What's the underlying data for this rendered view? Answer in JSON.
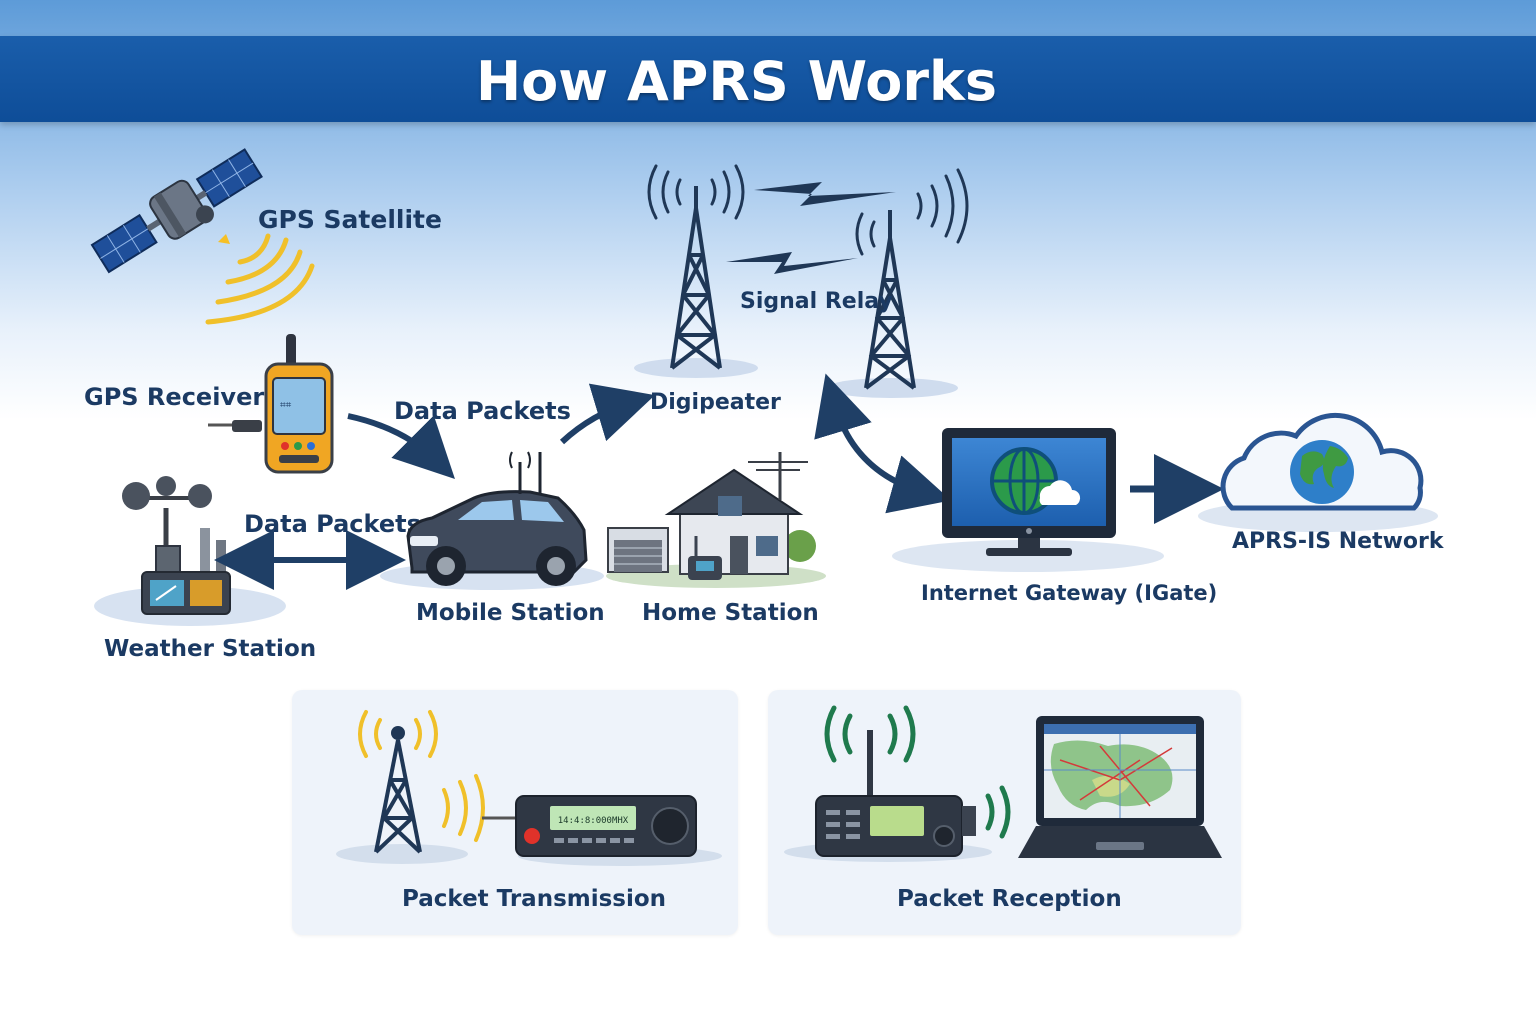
{
  "title": "How APRS Works",
  "labels": {
    "gps_satellite": "GPS Satellite",
    "gps_receiver": "GPS Receiver",
    "data_packets_top": "Data Packets",
    "data_packets_bottom": "Data Packets",
    "digipeater": "Digipeater",
    "signal_relay": "Signal Relay",
    "mobile_station": "Mobile Station",
    "home_station": "Home Station",
    "weather_station": "Weather Station",
    "internet_gateway": "Internet Gateway (IGate)",
    "aprs_is_network": "APRS-IS Network"
  },
  "panels": {
    "transmission": {
      "label": "Packet Transmission",
      "radio_display": "14:4:8:000MHX"
    },
    "reception": {
      "label": "Packet Reception"
    }
  },
  "colors": {
    "banner": "#0e4d98",
    "label_text": "#1b3a63",
    "arrow": "#1f3f66",
    "signal_yellow": "#f0c02a",
    "signal_green": "#1f7a4d",
    "panel_bg": "#eef3fa"
  },
  "icons": [
    "satellite-icon",
    "gps-receiver-icon",
    "tower-icon",
    "car-icon",
    "house-icon",
    "weather-station-icon",
    "monitor-globe-icon",
    "cloud-globe-icon",
    "radio-icon",
    "laptop-map-icon"
  ]
}
